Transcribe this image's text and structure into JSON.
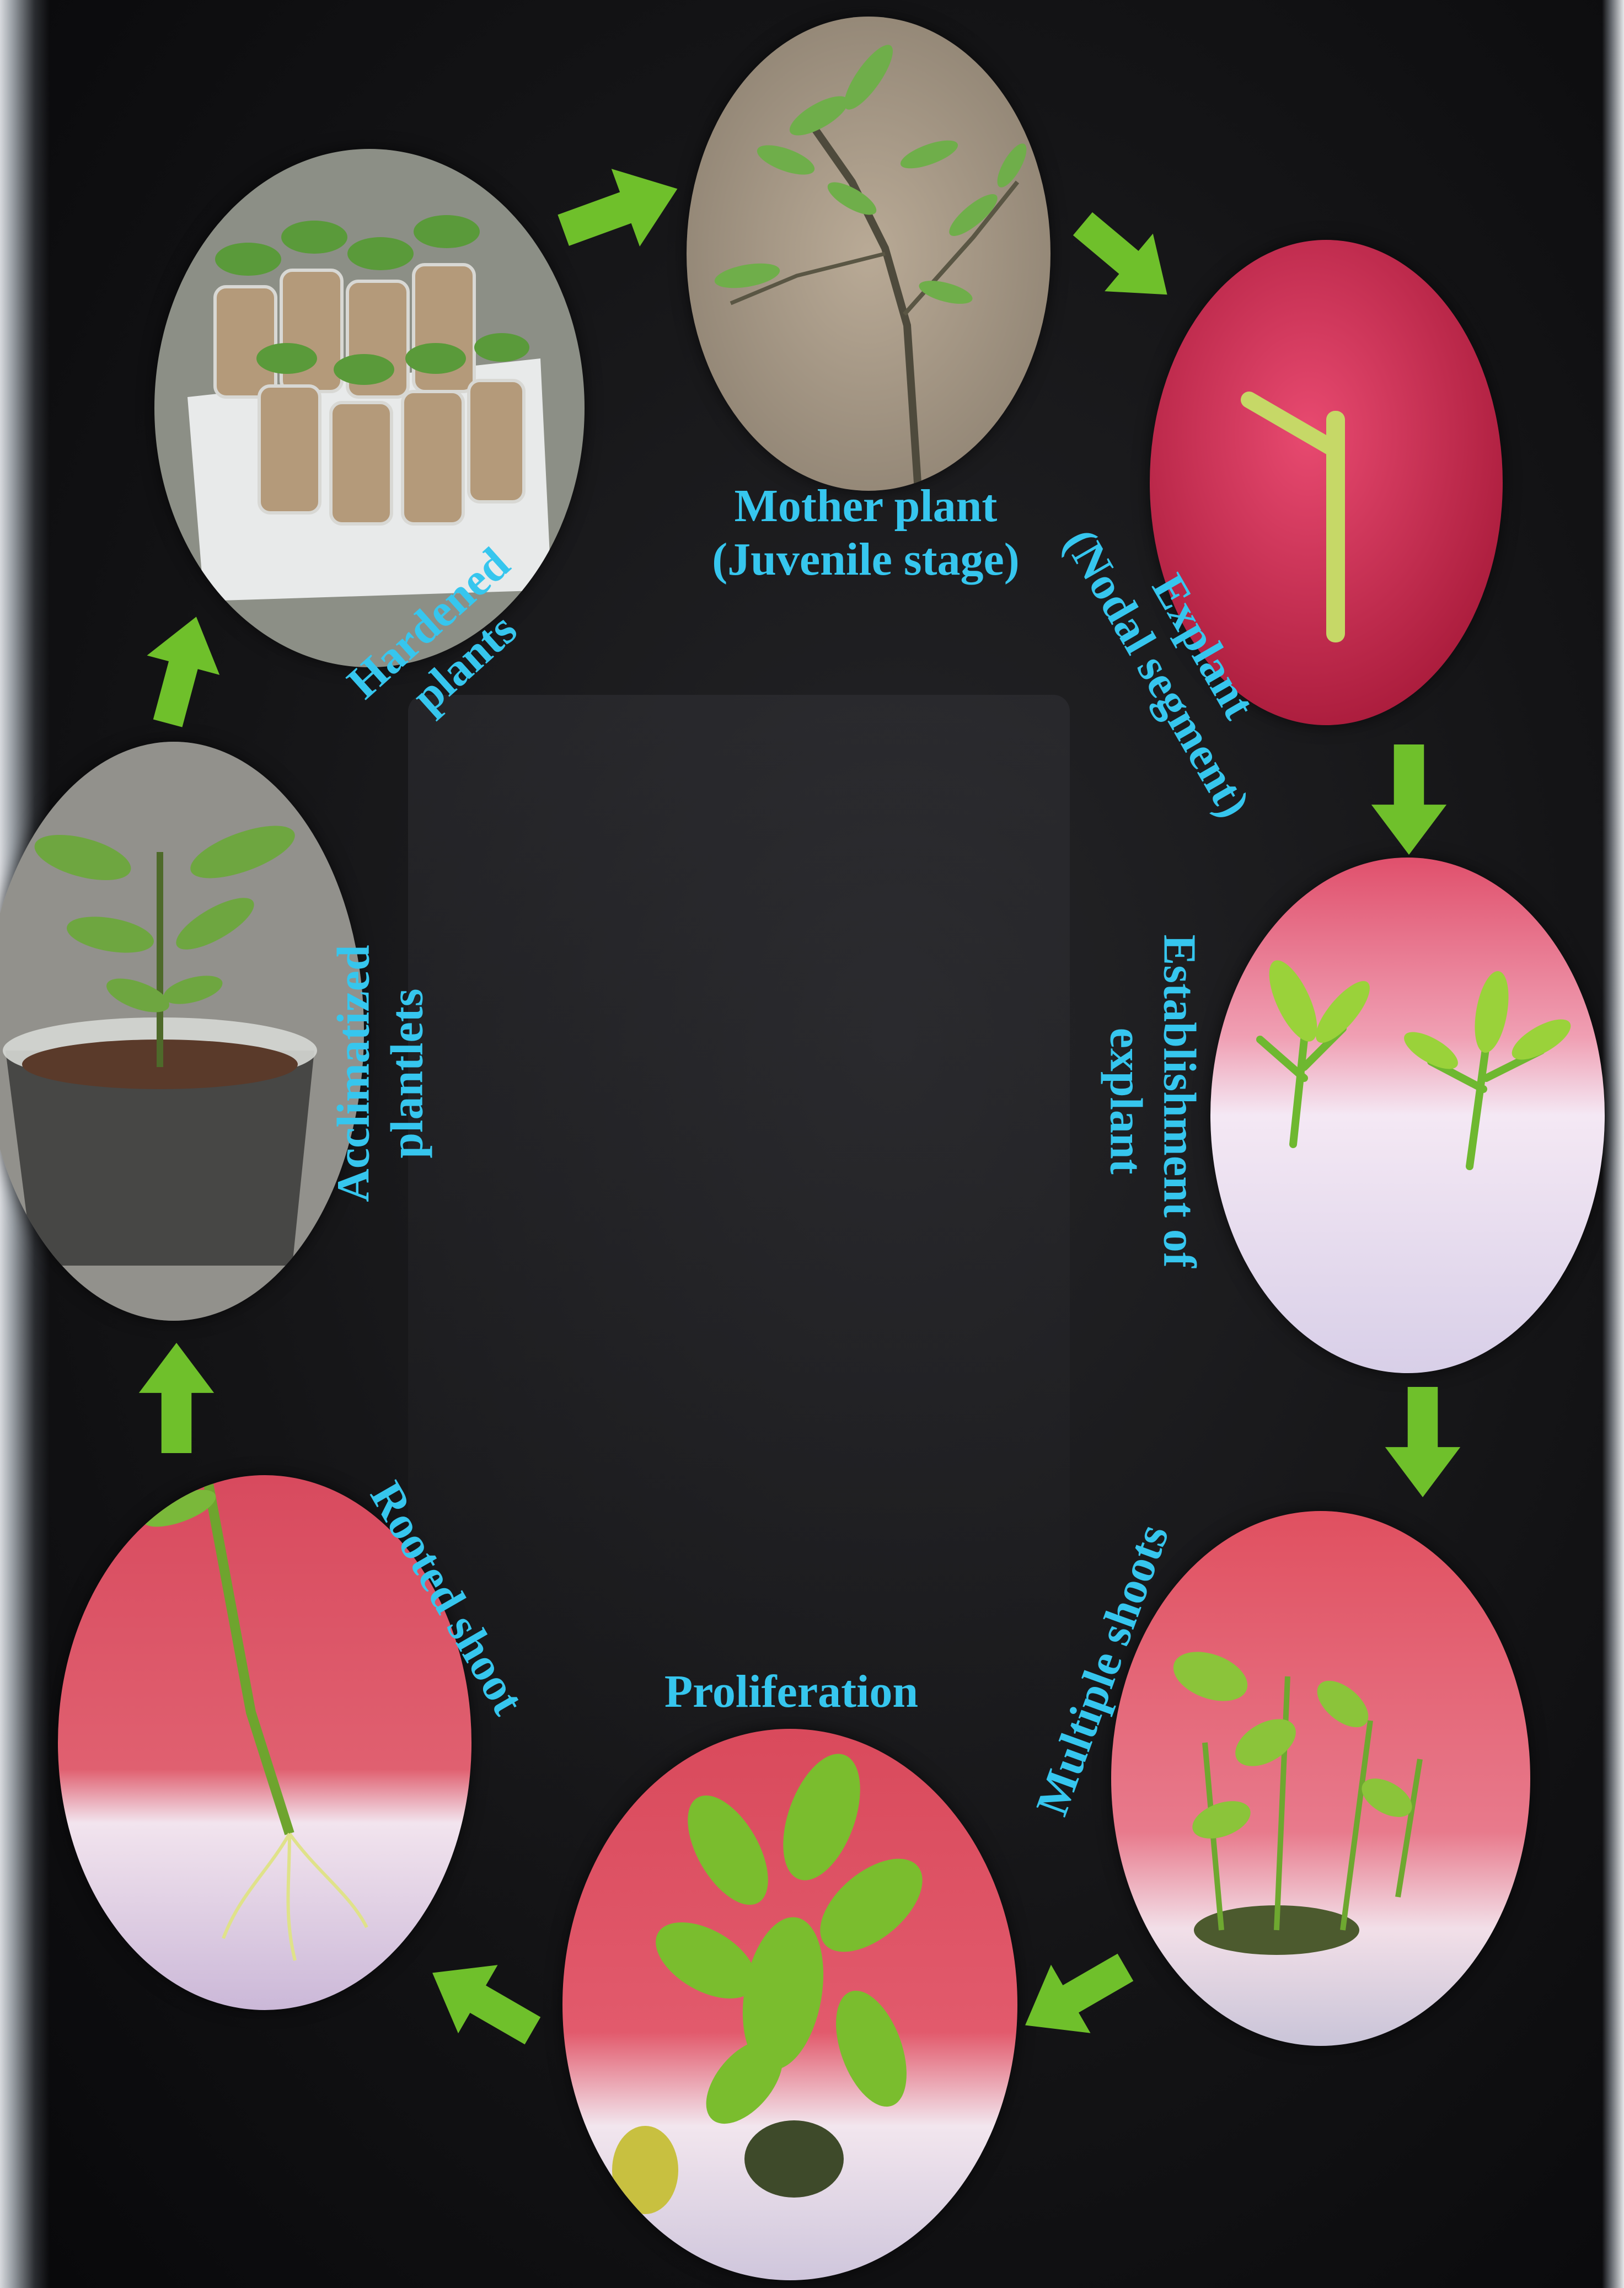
{
  "colors": {
    "label_text": "#36c6ee",
    "arrow_fill": "#6fc02b",
    "background": "#141416"
  },
  "stages": {
    "mother_plant": {
      "line1": "Mother plant",
      "line2": "(Juvenile stage)",
      "image": "young-citrus-tree-photo"
    },
    "explant": {
      "line1": "Explant",
      "line2": "(Nodal segment)",
      "image": "nodal-segment-photo"
    },
    "establishment": {
      "line1": "Establishment of",
      "line2": "explant",
      "image": "culture-establishment-photo"
    },
    "multiple_shoots": {
      "line1": "Multiple shoots",
      "image": "multiple-shoots-culture-photo"
    },
    "proliferation": {
      "line1": "Proliferation",
      "image": "proliferating-shoots-photo"
    },
    "rooted_shoot": {
      "line1": "Rooted shoot",
      "image": "rooted-shoot-photo"
    },
    "acclimatized": {
      "line1": "Acclimatized",
      "line2": "plantlets",
      "image": "potted-plantlet-photo"
    },
    "hardened": {
      "line1": "Hardened",
      "line2": "plants",
      "image": "hardened-plants-cups-photo"
    }
  },
  "arrows": [
    "arrow-hardened-to-mother",
    "arrow-mother-to-explant",
    "arrow-explant-to-establishment",
    "arrow-establishment-to-multiple",
    "arrow-multiple-to-proliferation",
    "arrow-proliferation-to-rooted",
    "arrow-rooted-to-acclimatized",
    "arrow-acclimatized-to-hardened"
  ]
}
